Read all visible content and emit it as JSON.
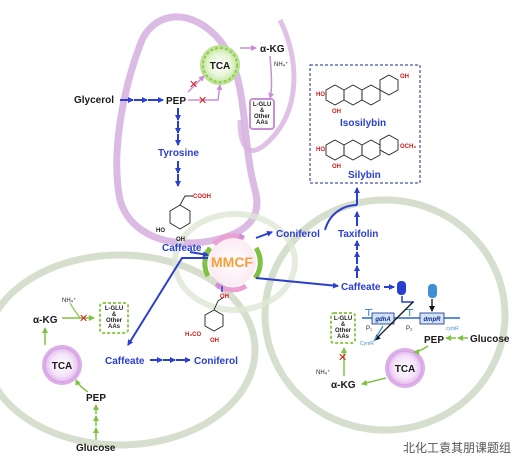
{
  "top_module": {
    "glycerol": "Glycerol",
    "pep": "PEP",
    "tca": "TCA",
    "akg": "α-KG",
    "nh4": "NH₄⁺",
    "lglu_box": [
      "L-GLU",
      "&",
      "Other",
      "AAs"
    ],
    "tyrosine": "Tyrosine",
    "caffeate": "Caffeate",
    "cooh": "COOH",
    "ho1": "HO",
    "oh1": "OH"
  },
  "center": {
    "mmcf": "MMCF",
    "coniferol": "Coniferol",
    "taxifolin": "Taxifolin",
    "caffeate": "Caffeate"
  },
  "products_box": {
    "isosilybin": "Isosilybin",
    "silybin": "Silybin"
  },
  "left_module": {
    "nh4": "NH₄⁺",
    "akg": "α-KG",
    "lglu_box": [
      "L-GLU",
      "&",
      "Other",
      "AAs"
    ],
    "tca": "TCA",
    "pep": "PEP",
    "glucose": "Glucose",
    "caffeate": "Caffeate",
    "coniferol": "Coniferol",
    "h3co": "H₃CO"
  },
  "right_module": {
    "lglu_box": [
      "L-GLU",
      "&",
      "Other",
      "AAs"
    ],
    "nh4": "NH₄⁺",
    "akg": "α-KG",
    "tca": "TCA",
    "pep": "PEP",
    "glucose": "Glucose",
    "gene1": "gdhA",
    "gene2": "dmpR",
    "cymr": "CymR",
    "cymr_small": "cymR",
    "p1": "P₁",
    "p2": "P₂"
  },
  "watermark": "北化工袁其朋课题组",
  "colors": {
    "arrow": "#2a3fd0",
    "green": "#7fc241",
    "purple": "#c98fd6",
    "red": "#e01b1b"
  }
}
